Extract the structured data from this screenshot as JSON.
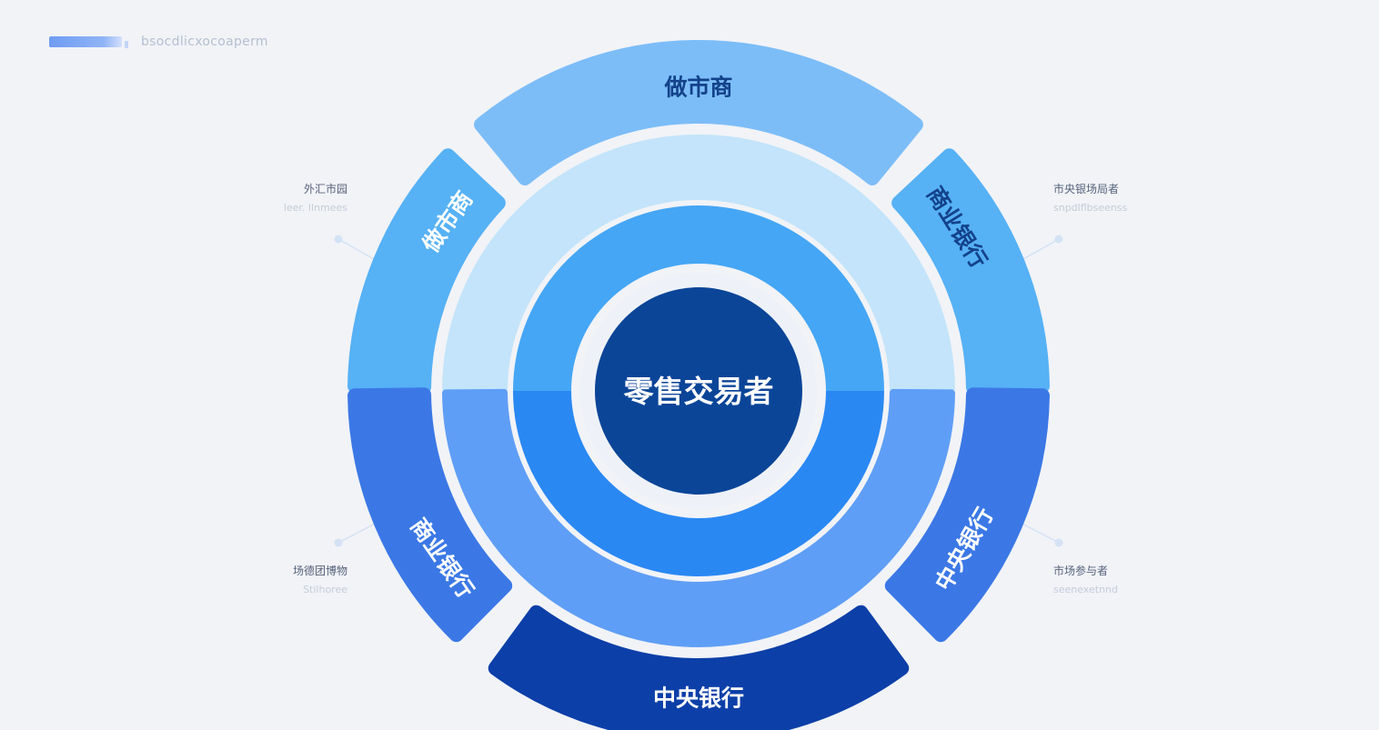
{
  "header": {
    "caption": "bsocdlicxocoaperm"
  },
  "center": {
    "label": "零售交易者"
  },
  "outer_segments": [
    {
      "id": "top",
      "label": "做市商",
      "color": "#7cbdf8",
      "text_color": "#13428a"
    },
    {
      "id": "upper-left",
      "label": "做市商",
      "color": "#56b1f5",
      "text_color": "#ffffff"
    },
    {
      "id": "upper-right",
      "label": "商业银行",
      "color": "#56b1f5",
      "text_color": "#13428a"
    },
    {
      "id": "lower-left",
      "label": "商业银行",
      "color": "#3b78e6",
      "text_color": "#ffffff"
    },
    {
      "id": "lower-right",
      "label": "中央银行",
      "color": "#3b78e6",
      "text_color": "#ffffff"
    },
    {
      "id": "bottom",
      "label": "中央银行",
      "color": "#0c3fa8",
      "text_color": "#ffffff"
    }
  ],
  "callouts": [
    {
      "id": "upper-left",
      "title": "外汇市园",
      "sub": "leer. llnmees"
    },
    {
      "id": "upper-right",
      "title": "市央银场局者",
      "sub": "snpdlflbseenss"
    },
    {
      "id": "lower-left",
      "title": "场德团博物",
      "sub": "Stilhoree"
    },
    {
      "id": "lower-right",
      "title": "市场参与者",
      "sub": "seenexetnnd"
    }
  ],
  "colors": {
    "background": "#f1f3f7",
    "middle_ring_top": "#c3e4fa",
    "middle_ring_bottom": "#5f9ef6",
    "inner_ring_top": "#45a6f5",
    "inner_ring_bottom": "#2a88f3",
    "center_disc": "#0b4598",
    "center_text": "#ffffff",
    "connector": "#d4e2f4"
  }
}
